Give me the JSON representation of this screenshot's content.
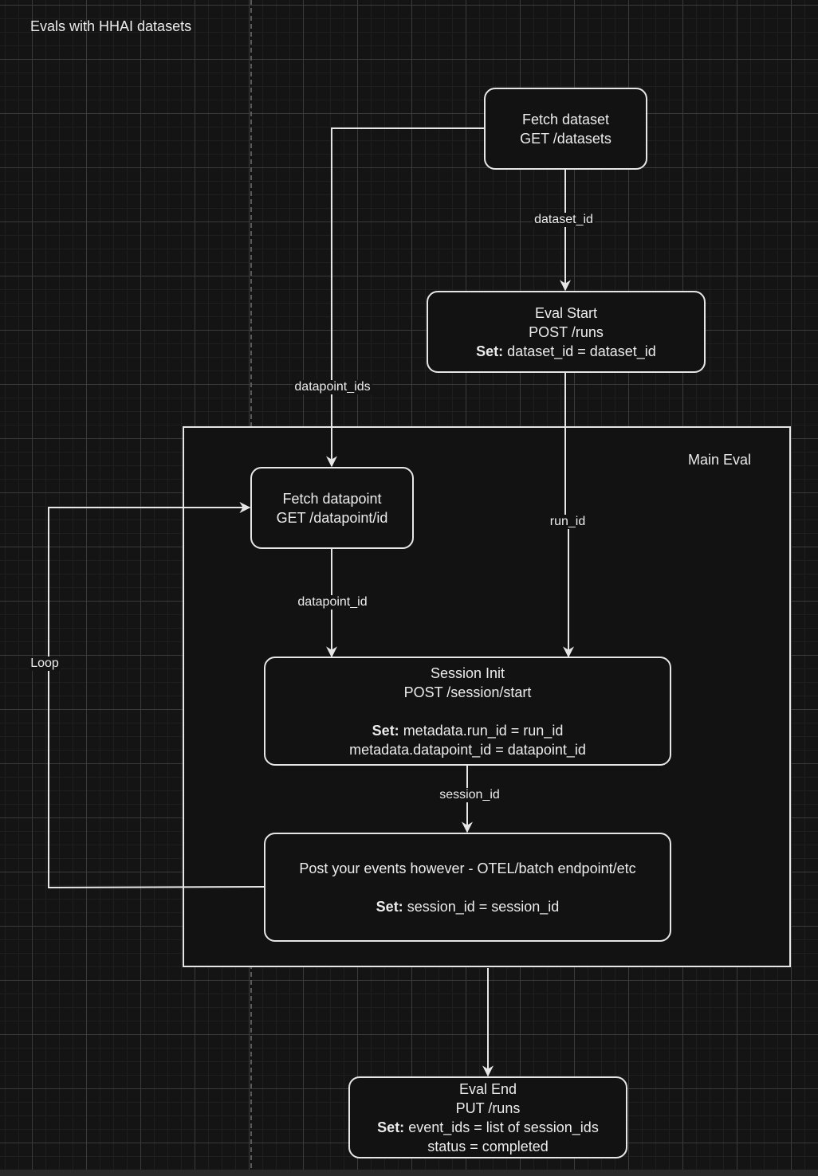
{
  "diagram_title": "Evals with HHAI datasets",
  "group": {
    "label": "Main Eval"
  },
  "nodes": {
    "fetch_dataset": {
      "line1": "Fetch dataset",
      "line2": "GET /datasets"
    },
    "eval_start": {
      "line1": "Eval Start",
      "line2": "POST /runs",
      "set_label": "Set:",
      "set_value": " dataset_id = dataset_id"
    },
    "fetch_datapoint": {
      "line1": "Fetch datapoint",
      "line2": "GET /datapoint/id"
    },
    "session_init": {
      "line1": "Session Init",
      "line2": "POST /session/start",
      "set_label": "Set:",
      "set_value": " metadata.run_id = run_id",
      "line4": "metadata.datapoint_id = datapoint_id"
    },
    "post_events": {
      "line1": "Post your events however - OTEL/batch endpoint/etc",
      "set_label": "Set:",
      "set_value": " session_id = session_id"
    },
    "eval_end": {
      "line1": "Eval End",
      "line2": "PUT /runs",
      "set_label": "Set:",
      "set_value": " event_ids = list of session_ids",
      "line4": "status = completed"
    }
  },
  "edges": {
    "dataset_to_start": "dataset_id",
    "dataset_to_datapoint": "datapoint_ids",
    "start_to_session": "run_id",
    "datapoint_to_session": "datapoint_id",
    "session_to_events": "session_id",
    "loop": "Loop"
  },
  "colors": {
    "background": "#141414",
    "stroke": "#e6e6e6",
    "text": "#ececec"
  }
}
